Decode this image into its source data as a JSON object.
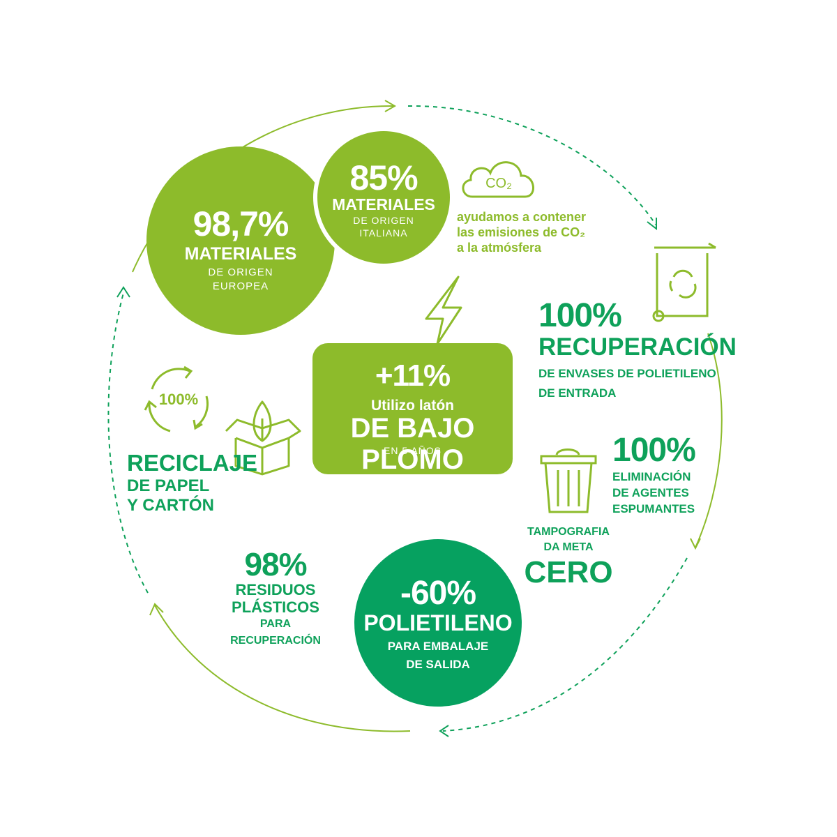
{
  "colors": {
    "lime": "#8dbb2b",
    "green": "#06a160",
    "text_green": "#0ea15a"
  },
  "europe": {
    "value": "98,7%",
    "label": "MATERIALES",
    "sub1": "DE ORIGEN",
    "sub2": "EUROPEA"
  },
  "italy": {
    "value": "85%",
    "label": "MATERIALES",
    "sub1": "DE ORIGEN",
    "sub2": "ITALIANA"
  },
  "co2": {
    "icon_text": "CO₂",
    "line1": "ayudamos a contener",
    "line2": "las emisiones de  CO₂",
    "line3": "a la atmósfera"
  },
  "brass": {
    "value": "+11%",
    "label": "Utilizo latón",
    "headline": "DE BAJO PLOMO",
    "sub": "EN 5 AÑOS"
  },
  "recovery": {
    "value": "100%",
    "label": "RECUPERACIÓN",
    "sub1": "DE ENVASES DE POLIETILENO",
    "sub2": "DE ENTRADA"
  },
  "foaming": {
    "value": "100%",
    "line1": "ELIMINACIÓN",
    "line2": "DE AGENTES",
    "line3": "ESPUMANTES"
  },
  "zero": {
    "line1": "TAMPOGRAFIA",
    "line2": "DA META",
    "headline": "CERO"
  },
  "polyethylene": {
    "value": "-60%",
    "label": "POLIETILENO",
    "sub1": "PARA EMBALAJE",
    "sub2": "DE SALIDA"
  },
  "plastics": {
    "value": "98%",
    "line1": "RESIDUOS",
    "line2": "PLÁSTICOS",
    "line3": "PARA",
    "line4": "RECUPERACIÓN"
  },
  "paper": {
    "icon_text": "100%",
    "label": "RECICLAJE",
    "sub1": "DE PAPEL",
    "sub2": "Y CARTÓN"
  }
}
